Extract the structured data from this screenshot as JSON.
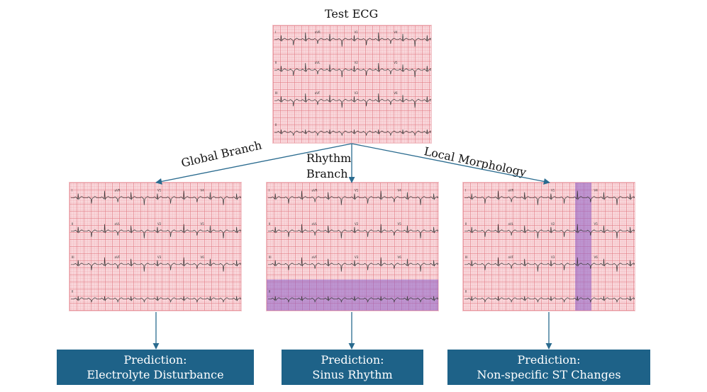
{
  "title": "Test ECG",
  "branches": [
    {
      "label_lines": [
        "Global Branch"
      ],
      "prediction_lines": [
        "Prediction:",
        "Electrolyte Disturbance"
      ]
    },
    {
      "label_lines": [
        "Rhythm",
        "Branch"
      ],
      "prediction_lines": [
        "Prediction:",
        "Sinus Rhythm"
      ]
    },
    {
      "label_lines": [
        "Local Morphology"
      ],
      "prediction_lines": [
        "Prediction:",
        "Non-specific ST Changes"
      ]
    }
  ],
  "ecg_leads": [
    "I",
    "aVR",
    "V1",
    "V4",
    "II",
    "aVL",
    "V2",
    "V5",
    "III",
    "aVF",
    "V3",
    "V6",
    "II"
  ],
  "colors": {
    "prediction_box": "#1e6288",
    "arrow": "#2a6b8f",
    "highlight": "#8c5fc8",
    "grid": "#fbe3e6"
  }
}
